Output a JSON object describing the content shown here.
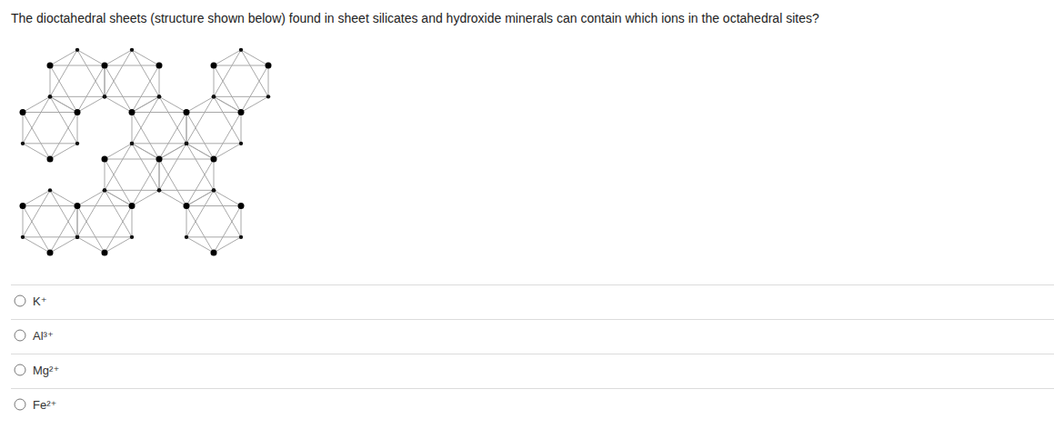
{
  "diagram": {
    "title": "The dioctahedral sheets (structure shown below) found in sheet silicates and hydroxide minerals can contain which ions in the octahedral sites?",
    "labels": [
      "K⁺",
      "Al³⁺",
      "Mg²⁺",
      "Fe²⁺"
    ]
  }
}
